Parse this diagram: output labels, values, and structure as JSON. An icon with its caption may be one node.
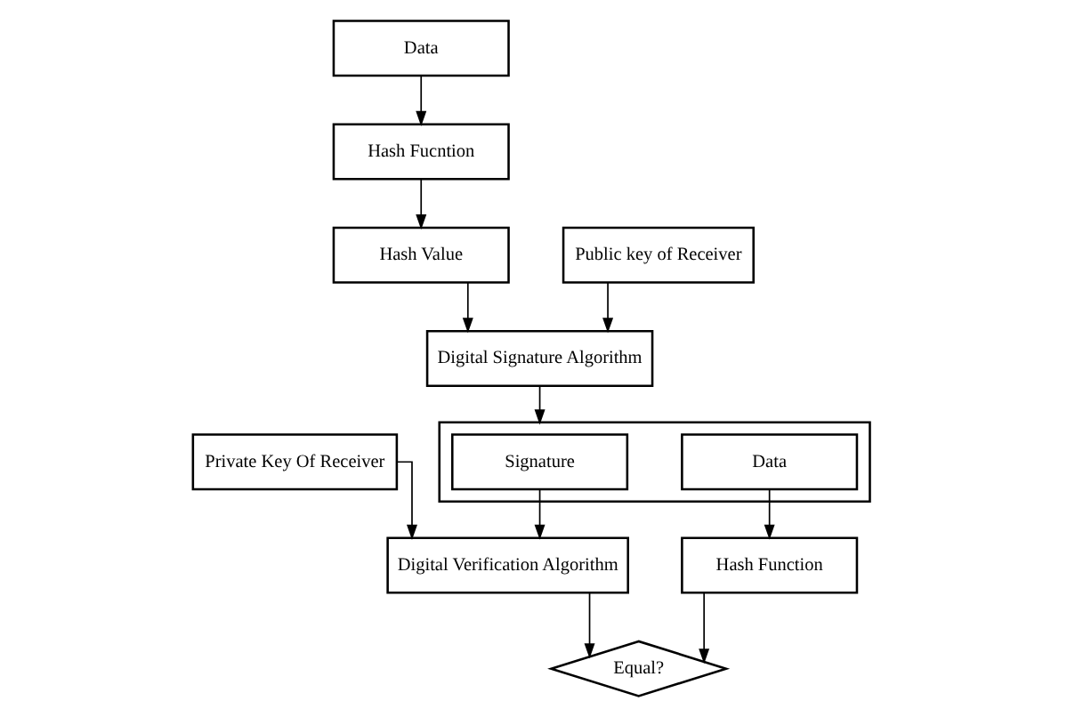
{
  "diagram": {
    "nodes": [
      {
        "text": [
          "Data"
        ]
      },
      {
        "text": [
          "Hash Fucntion"
        ]
      },
      {
        "text": [
          "Hash Value"
        ]
      },
      {
        "text": [
          "Public key of Receiver"
        ]
      },
      {
        "text": [
          "Digital Signature Algorithm"
        ]
      },
      {
        "text": [
          "Private Key Of Receiver"
        ]
      },
      {
        "text": [
          "Digital Verification Algorithm"
        ]
      },
      {
        "text": [],
        "shape": "box"
      },
      {
        "text": [
          "Signature"
        ],
        "in": 7
      },
      {
        "text": [
          "Data"
        ],
        "in": 7
      },
      {
        "text": [
          "Equal?"
        ]
      },
      {
        "text": [
          "Hash Function"
        ]
      }
    ],
    "edges": [
      {
        "from": 0,
        "to": 1,
        "arrow": "to"
      },
      {
        "from": 1,
        "to": 2,
        "arrow": "to"
      },
      {
        "from": 2,
        "to": 4,
        "arrow": "to"
      },
      {
        "from": 3,
        "to": 4,
        "arrow": "to"
      },
      {
        "from": 4,
        "to": 7,
        "arrow": "to"
      },
      {
        "from": 8,
        "to": 6,
        "arrow": "to"
      },
      {
        "from": 5,
        "to": 6,
        "arrow": "to"
      },
      {
        "from": 6,
        "to": 10,
        "arrow": "to"
      },
      {
        "from": 9,
        "to": 11,
        "arrow": "to"
      },
      {
        "from": 11,
        "to": 10,
        "arrow": "to"
      }
    ]
  }
}
